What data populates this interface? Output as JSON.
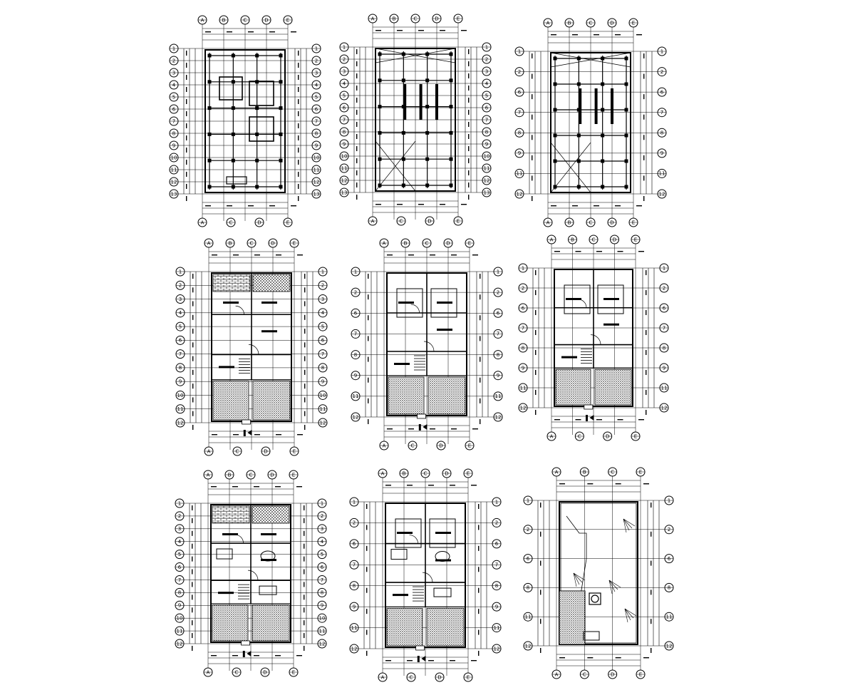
{
  "sheet": {
    "background": "#ffffff",
    "ink": "#000000"
  },
  "plans": [
    {
      "row": 1,
      "col": 1,
      "type": "structural-frame",
      "axes_top": [
        "A",
        "B",
        "C",
        "D",
        "E"
      ],
      "axes_bottom": [
        "A",
        "C",
        "D",
        "E"
      ],
      "axes_side": [
        "1",
        "2",
        "3",
        "4",
        "5",
        "6",
        "7",
        "8",
        "9",
        "10",
        "11",
        "12",
        "13"
      ]
    },
    {
      "row": 1,
      "col": 2,
      "type": "structural-frame",
      "axes_top": [
        "A",
        "B",
        "C",
        "D",
        "E"
      ],
      "axes_bottom": [
        "A",
        "C",
        "D",
        "E"
      ],
      "axes_side": [
        "1",
        "2",
        "3",
        "4",
        "5",
        "6",
        "7",
        "8",
        "9",
        "10",
        "11",
        "12",
        "13"
      ]
    },
    {
      "row": 1,
      "col": 3,
      "type": "structural-frame",
      "axes_top": [
        "A",
        "B",
        "C",
        "D",
        "E"
      ],
      "axes_bottom": [
        "A",
        "B",
        "C",
        "D",
        "E"
      ],
      "axes_side": [
        "1",
        "2",
        "6",
        "7",
        "8",
        "9",
        "11",
        "12"
      ]
    },
    {
      "row": 2,
      "col": 1,
      "type": "floor-plan",
      "axes_top": [
        "A",
        "B",
        "C",
        "D",
        "E"
      ],
      "axes_bottom": [
        "A",
        "C",
        "D",
        "E"
      ],
      "axes_side": [
        "1",
        "2",
        "3",
        "4",
        "5",
        "6",
        "7",
        "8",
        "9",
        "10",
        "11",
        "12"
      ]
    },
    {
      "row": 2,
      "col": 2,
      "type": "floor-plan",
      "axes_top": [
        "A",
        "B",
        "C",
        "D",
        "E"
      ],
      "axes_bottom": [
        "A",
        "C",
        "D",
        "E"
      ],
      "axes_side": [
        "1",
        "2",
        "6",
        "7",
        "8",
        "9",
        "11",
        "12"
      ]
    },
    {
      "row": 2,
      "col": 3,
      "type": "floor-plan",
      "axes_top": [
        "A",
        "B",
        "C",
        "D",
        "E"
      ],
      "axes_bottom": [
        "A",
        "C",
        "D",
        "E"
      ],
      "axes_side": [
        "1",
        "2",
        "6",
        "7",
        "8",
        "9",
        "11",
        "12"
      ]
    },
    {
      "row": 3,
      "col": 1,
      "type": "floor-plan-furnished",
      "axes_top": [
        "A",
        "B",
        "C",
        "D",
        "E"
      ],
      "axes_bottom": [
        "A",
        "C",
        "D",
        "E"
      ],
      "axes_side": [
        "1",
        "2",
        "3",
        "4",
        "5",
        "6",
        "7",
        "8",
        "9",
        "10",
        "11",
        "12"
      ]
    },
    {
      "row": 3,
      "col": 2,
      "type": "floor-plan-furnished",
      "axes_top": [
        "A",
        "B",
        "C",
        "D",
        "E"
      ],
      "axes_bottom": [
        "A",
        "C",
        "D",
        "E"
      ],
      "axes_side": [
        "1",
        "2",
        "6",
        "7",
        "8",
        "9",
        "11",
        "12"
      ]
    },
    {
      "row": 3,
      "col": 3,
      "type": "roof-plan",
      "axes_top": [
        "A",
        "B",
        "C",
        "E"
      ],
      "axes_bottom": [
        "A",
        "C",
        "D",
        "E"
      ],
      "axes_side": [
        "1",
        "2",
        "6",
        "8",
        "11",
        "12"
      ]
    }
  ]
}
